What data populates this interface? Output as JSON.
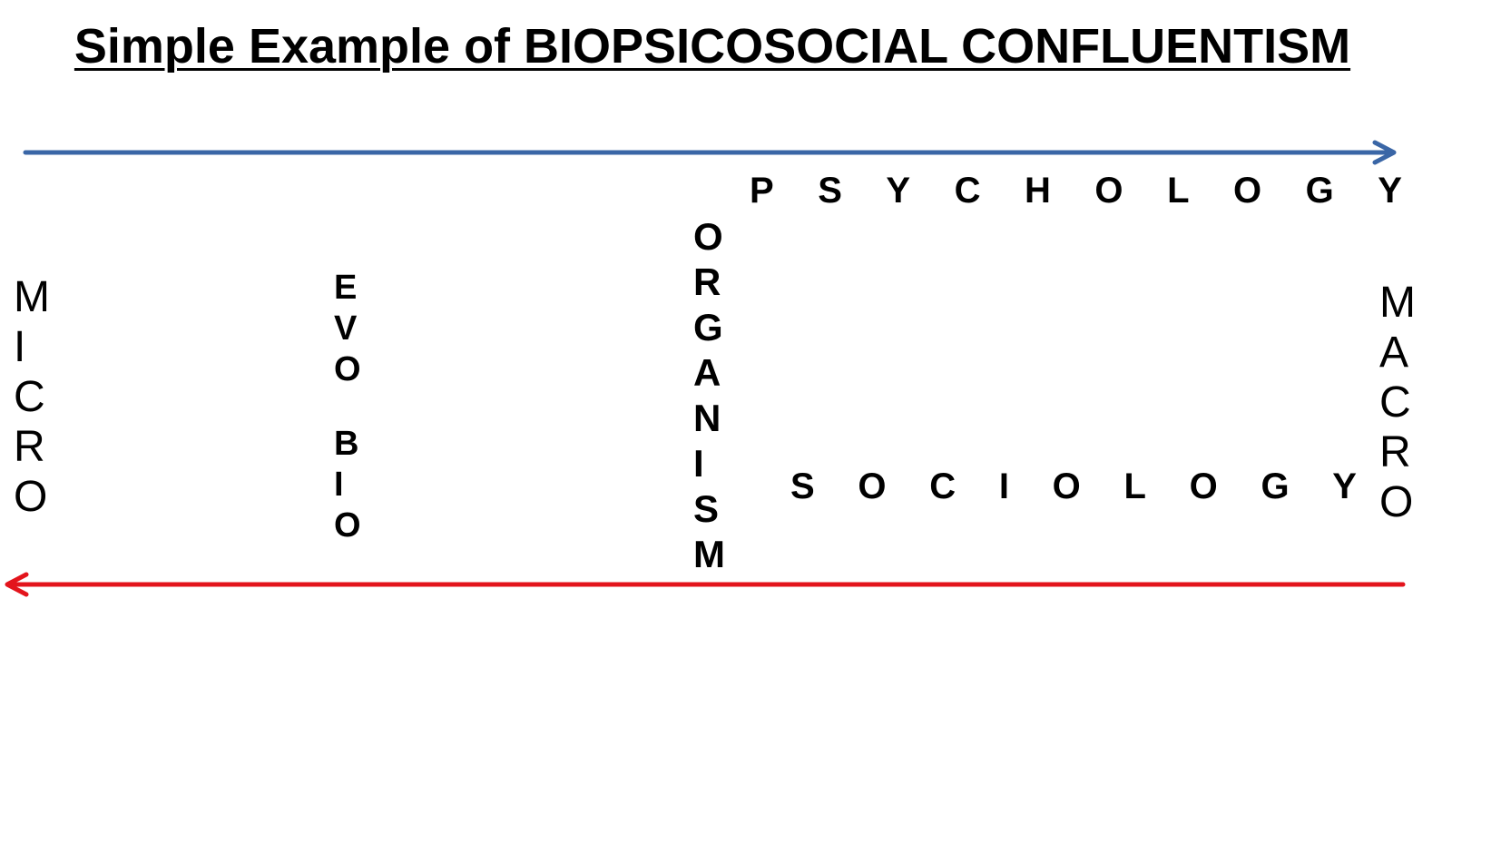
{
  "title": "Simple Example of BIOPSICOSOCIAL CONFLUENTISM",
  "labels": {
    "micro": "MICRO",
    "macro": "MACRO",
    "evo": "EVO",
    "bio": "BIO",
    "organism": "ORGANISM",
    "psychology": "PSYCHOLOGY",
    "sociology": "SOCIOLOGY"
  },
  "colors": {
    "top_arrow": "#3a66a6",
    "bottom_arrow": "#e3141c"
  }
}
